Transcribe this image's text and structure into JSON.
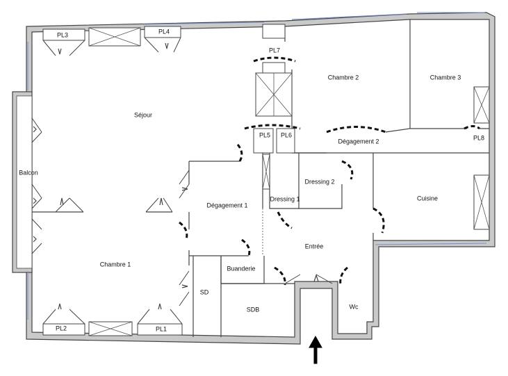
{
  "rooms": {
    "sejour": "Séjour",
    "chambre1": "Chambre 1",
    "chambre2": "Chambre 2",
    "chambre3": "Chambre 3",
    "balcon": "Balcon",
    "degagement1": "Dégagement 1",
    "degagement2": "Dégagement 2",
    "dressing1": "Dressing 1",
    "dressing2": "Dressing 2",
    "cuisine": "Cuisine",
    "entree": "Entrée",
    "buanderie": "Buanderie",
    "sd": "SD",
    "sdb": "SDB",
    "wc": "Wc"
  },
  "placards": {
    "pl1": "PL1",
    "pl2": "PL2",
    "pl3": "PL3",
    "pl4": "PL4",
    "pl5": "PL5",
    "pl6": "PL6",
    "pl7": "PL7",
    "pl8": "PL8"
  }
}
